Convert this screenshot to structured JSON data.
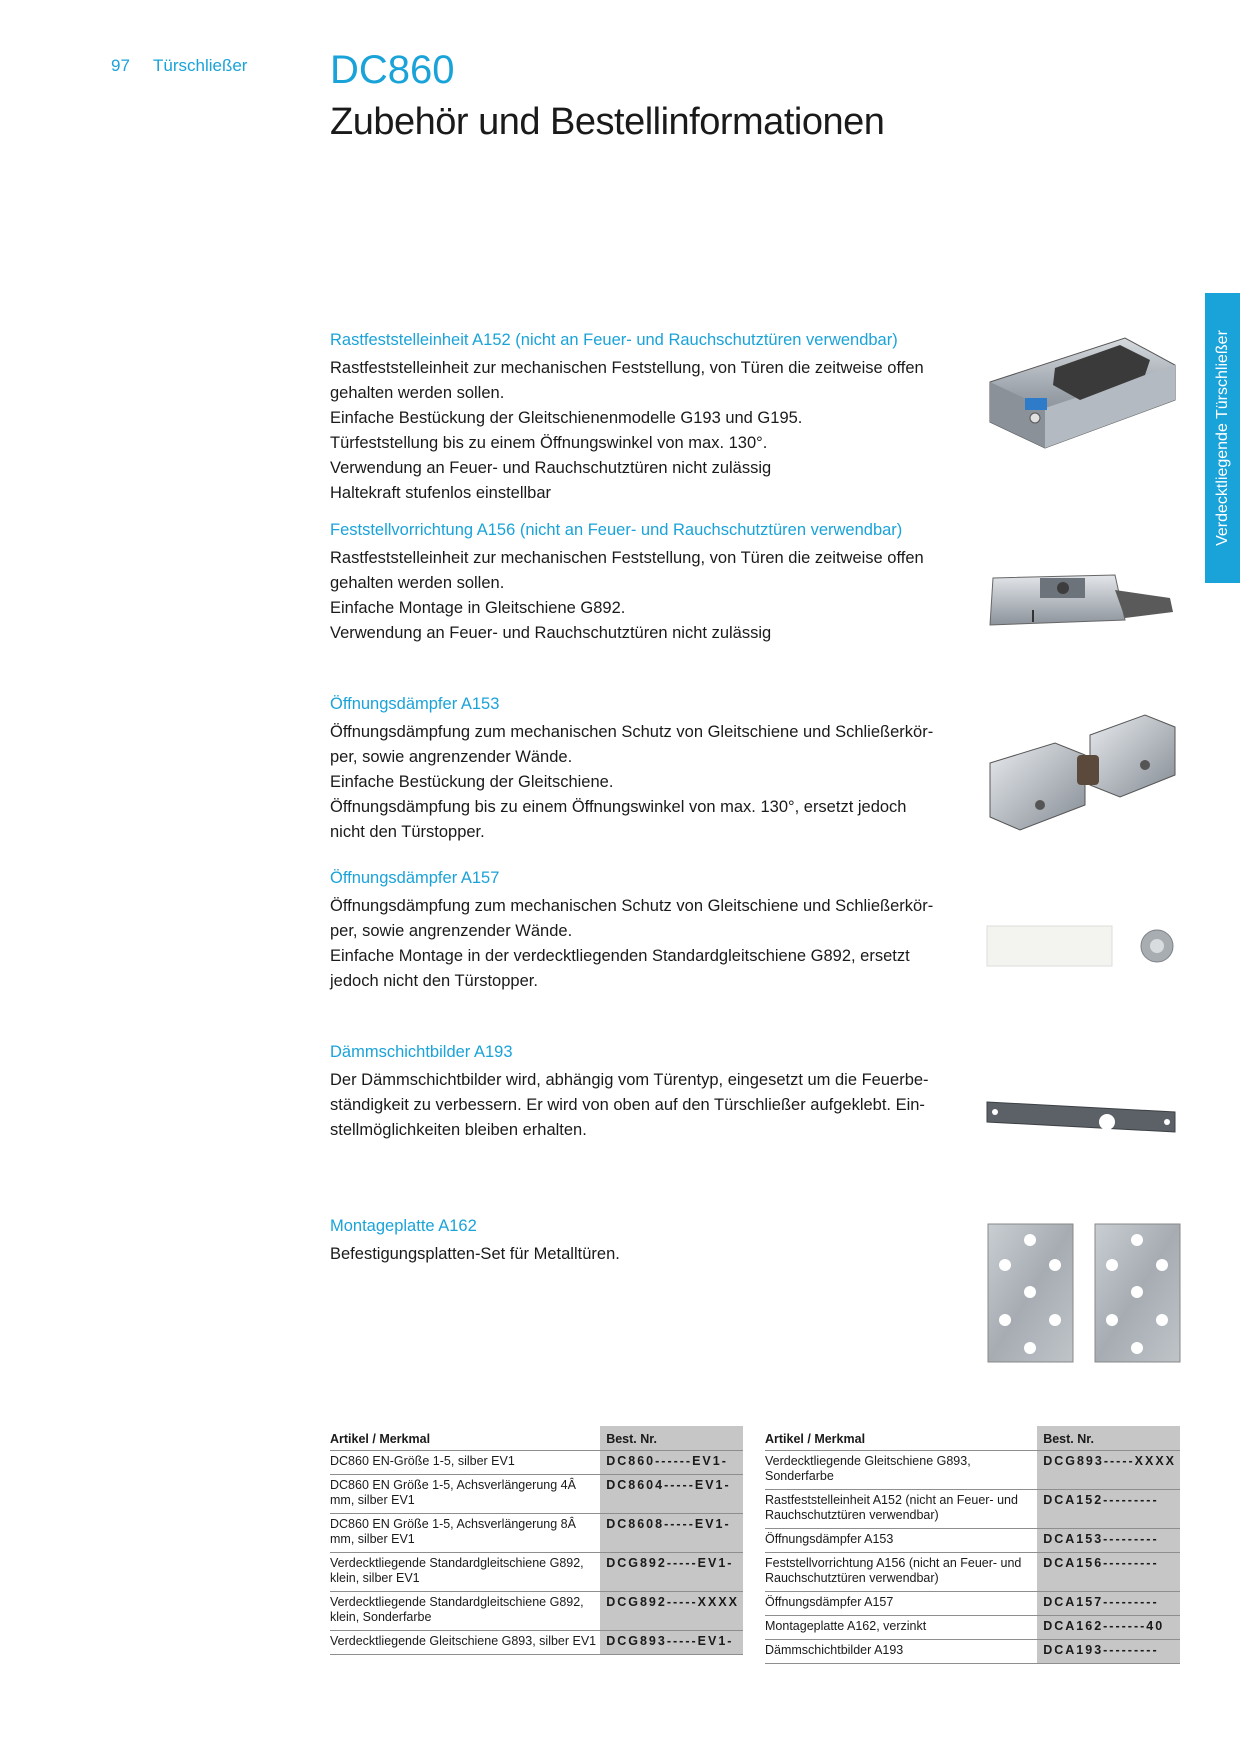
{
  "header": {
    "page_number": "97",
    "category": "Türschließer",
    "title": "DC860",
    "subtitle": "Zubehör und Bestellinformationen"
  },
  "side_tab": "Verdecktliegende Türschließer",
  "sections": [
    {
      "heading": "Rastfeststelleinheit A152 (nicht an Feuer- und Rauchschutztüren verwendbar)",
      "lines": [
        "Rastfeststelleinheit zur mechanischen Feststellung, von Türen die zeitweise offen",
        "gehalten werden sollen.",
        "Einfache Bestückung der Gleitschienenmodelle G193 und G195.",
        "Türfeststellung bis zu einem Öffnungswinkel von max. 130°.",
        "Verwendung an Feuer- und Rauchschutztüren nicht zulässig",
        "Haltekraft stufenlos einstellbar"
      ]
    },
    {
      "heading": "Feststellvorrichtung A156 (nicht an Feuer- und Rauchschutztüren verwendbar)",
      "lines": [
        "Rastfeststelleinheit zur mechanischen Feststellung, von Türen die zeitweise offen",
        "gehalten werden sollen.",
        "Einfache Montage in Gleitschiene G892.",
        "Verwendung an Feuer- und Rauchschutztüren nicht zulässig"
      ]
    },
    {
      "heading": "Öffnungsdämpfer A153",
      "lines": [
        "Öffnungsdämpfung zum mechanischen Schutz von Gleitschiene und Schließerkör-",
        "per, sowie angrenzender Wände.",
        "Einfache Bestückung der Gleitschiene.",
        "Öffnungsdämpfung bis zu einem Öffnungswinkel von max. 130°, ersetzt jedoch",
        "nicht den Türstopper."
      ]
    },
    {
      "heading": "Öffnungsdämpfer A157",
      "lines": [
        "Öffnungsdämpfung zum mechanischen Schutz von Gleitschiene und Schließerkör-",
        "per, sowie angrenzender Wände.",
        "Einfache Montage in der verdecktliegenden Standardgleitschiene G892, ersetzt",
        "jedoch nicht den Türstopper."
      ]
    },
    {
      "heading": "Dämmschichtbilder A193",
      "lines": [
        "Der Dämmschichtbilder wird, abhängig vom Türentyp, eingesetzt um die Feuerbe-",
        "ständigkeit zu verbessern. Er wird von oben auf den Türschließer aufgeklebt. Ein-",
        "stellmöglichkeiten bleiben erhalten."
      ]
    },
    {
      "heading": "Montageplatte A162",
      "lines": [
        "Befestigungsplatten-Set für Metalltüren."
      ]
    }
  ],
  "tables": [
    {
      "col_article": "Artikel / Merkmal",
      "col_nr": "Best. Nr.",
      "rows": [
        {
          "article": "DC860 EN-Größe 1-5, silber EV1",
          "nr": "DC860------EV1-"
        },
        {
          "article": "DC860 EN Größe 1-5, Achsverlängerung 4Â mm, silber EV1",
          "nr": "DC8604-----EV1-"
        },
        {
          "article": "DC860 EN Größe 1-5, Achsverlängerung 8Â mm, silber EV1",
          "nr": "DC8608-----EV1-"
        },
        {
          "article": "Verdecktliegende Standardgleitschiene G892, klein, silber EV1",
          "nr": "DCG892-----EV1-"
        },
        {
          "article": "Verdecktliegende Standardgleitschiene G892, klein, Sonderfarbe",
          "nr": "DCG892-----XXXX"
        },
        {
          "article": "Verdecktliegende Gleitschiene G893, silber EV1",
          "nr": "DCG893-----EV1-"
        }
      ]
    },
    {
      "col_article": "Artikel / Merkmal",
      "col_nr": "Best. Nr.",
      "rows": [
        {
          "article": "Verdecktliegende Gleitschiene G893, Sonderfarbe",
          "nr": "DCG893-----XXXX"
        },
        {
          "article": "Rastfeststelleinheit A152 (nicht an Feuer- und Rauchschutztüren verwendbar)",
          "nr": "DCA152---------"
        },
        {
          "article": "Öffnungsdämpfer A153",
          "nr": "DCA153---------"
        },
        {
          "article": "Feststellvorrichtung A156 (nicht an Feuer- und Rauchschutztüren verwendbar)",
          "nr": "DCA156---------"
        },
        {
          "article": "Öffnungsdämpfer A157",
          "nr": "DCA157---------"
        },
        {
          "article": "Montageplatte A162, verzinkt",
          "nr": "DCA162-------40"
        },
        {
          "article": "Dämmschichtbilder A193",
          "nr": "DCA193---------"
        }
      ]
    }
  ]
}
